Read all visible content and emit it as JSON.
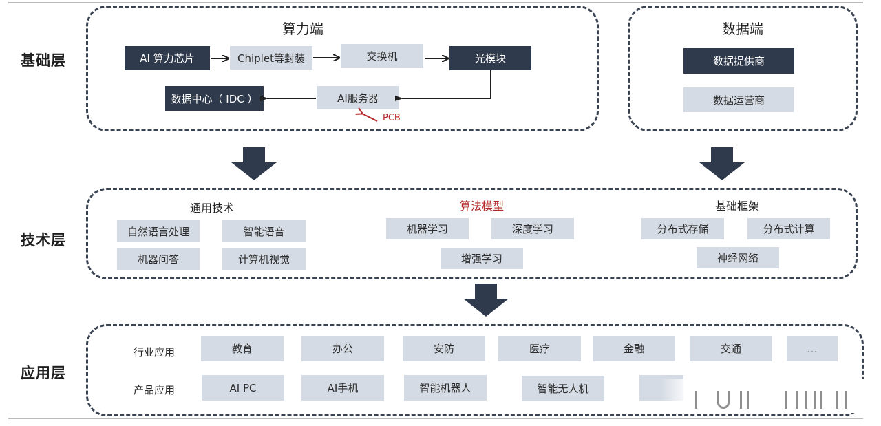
{
  "layers": {
    "foundation": "基础层",
    "technology": "技术层",
    "application": "应用层"
  },
  "compute": {
    "title": "算力端",
    "chip": "AI 算力芯片",
    "chiplet": "Chiplet等封装",
    "switch": "交换机",
    "optical": "光模块",
    "server": "AI服务器",
    "idc": "数据中心（ IDC ）",
    "pcb_note": "PCB"
  },
  "data_side": {
    "title": "数据端",
    "provider": "数据提供商",
    "operator": "数据运营商"
  },
  "tech": {
    "general": {
      "title": "通用技术",
      "items": [
        "自然语言处理",
        "智能语音",
        "机器问答",
        "计算机视觉"
      ]
    },
    "algorithm": {
      "title": "算法模型",
      "items": [
        "机器学习",
        "深度学习",
        "增强学习"
      ]
    },
    "framework": {
      "title": "基础框架",
      "items": [
        "分布式存储",
        "分布式计算",
        "神经网络"
      ]
    }
  },
  "apps": {
    "industry_label": "行业应用",
    "industry": [
      "教育",
      "办公",
      "安防",
      "医疗",
      "金融",
      "交通",
      "…"
    ],
    "product_label": "产品应用",
    "product": [
      "AI PC",
      "AI手机",
      "智能机器人",
      "智能无人机",
      ""
    ]
  },
  "colors": {
    "dark_box": "#2f3a4c",
    "light_box": "#d5dbe4",
    "accent_red": "#b32828"
  }
}
